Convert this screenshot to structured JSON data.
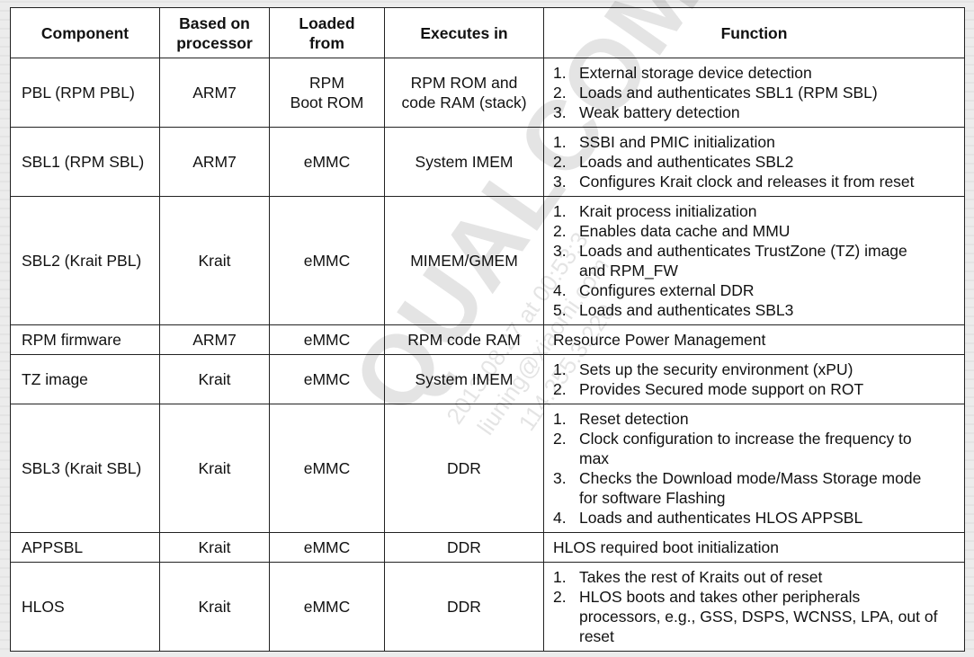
{
  "table": {
    "headers": {
      "component": "Component",
      "processor": [
        "Based on",
        "processor"
      ],
      "loaded": [
        "Loaded",
        "from"
      ],
      "executes": "Executes in",
      "function": "Function"
    },
    "rows": [
      {
        "component": "PBL (RPM PBL)",
        "processor": "ARM7",
        "loaded": [
          "RPM",
          "Boot ROM"
        ],
        "executes": [
          "RPM ROM and",
          "code RAM (stack)"
        ],
        "functions": [
          [
            "External storage device detection"
          ],
          [
            "Loads and authenticates SBL1 (RPM SBL)"
          ],
          [
            "Weak battery detection"
          ]
        ]
      },
      {
        "component": "SBL1 (RPM SBL)",
        "processor": "ARM7",
        "loaded": [
          "eMMC"
        ],
        "executes": [
          "System IMEM"
        ],
        "functions": [
          [
            "SSBI and PMIC initialization"
          ],
          [
            "Loads and authenticates SBL2"
          ],
          [
            "Configures Krait clock and releases it from reset"
          ]
        ]
      },
      {
        "component": "SBL2 (Krait PBL)",
        "processor": "Krait",
        "loaded": [
          "eMMC"
        ],
        "executes": [
          "MIMEM/GMEM"
        ],
        "functions": [
          [
            "Krait process initialization"
          ],
          [
            "Enables data cache and MMU"
          ],
          [
            "Loads and authenticates TrustZone (TZ)  image",
            "and RPM_FW"
          ],
          [
            "Configures external DDR"
          ],
          [
            "Loads and authenticates SBL3"
          ]
        ]
      },
      {
        "component": "RPM firmware",
        "processor": "ARM7",
        "loaded": [
          "eMMC"
        ],
        "executes": [
          "RPM code RAM"
        ],
        "plain": "Resource Power Management"
      },
      {
        "component": "TZ image",
        "processor": "Krait",
        "loaded": [
          "eMMC"
        ],
        "executes": [
          "System IMEM"
        ],
        "functions": [
          [
            "Sets up the security environment (xPU)"
          ],
          [
            "Provides Secured mode support on ROT"
          ]
        ]
      },
      {
        "component": "SBL3 (Krait SBL)",
        "processor": "Krait",
        "loaded": [
          "eMMC"
        ],
        "executes": [
          "DDR"
        ],
        "functions": [
          [
            "Reset detection"
          ],
          [
            "Clock configuration to increase the frequency to",
            "max"
          ],
          [
            "Checks the Download mode/Mass Storage mode",
            "for software Flashing"
          ],
          [
            "Loads and authenticates HLOS APPSBL"
          ]
        ]
      },
      {
        "component": "APPSBL",
        "processor": "Krait",
        "loaded": [
          "eMMC"
        ],
        "executes": [
          "DDR"
        ],
        "plain": "HLOS required boot initialization"
      },
      {
        "component": "HLOS",
        "processor": "Krait",
        "loaded": [
          "eMMC"
        ],
        "executes": [
          "DDR"
        ],
        "functions": [
          [
            "Takes the rest of Kraits out of reset"
          ],
          [
            "HLOS boots and takes other peripherals",
            "processors, e.g., GSS, DSPS, WCNSS, LPA, out of",
            "reset"
          ]
        ]
      }
    ]
  },
  "watermark": {
    "logo": "QUALCOMM",
    "lines": [
      "2013.08.27 at 00:53:3",
      "liuning@xiaomi.com",
      "114.255.3.220"
    ]
  }
}
